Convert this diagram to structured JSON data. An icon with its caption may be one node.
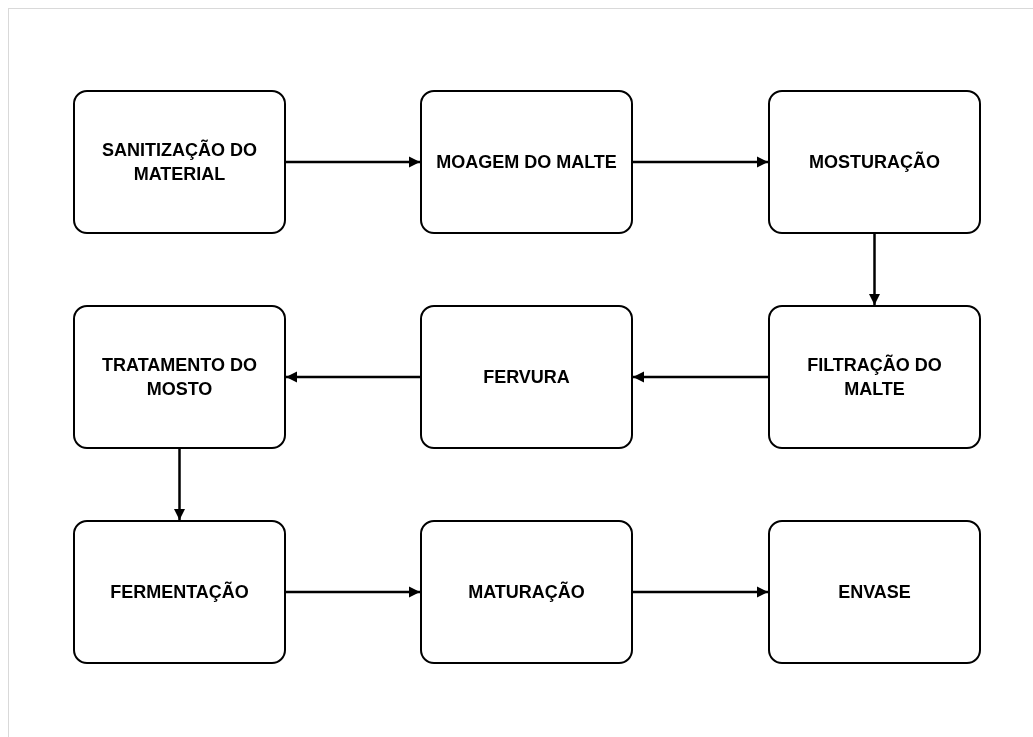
{
  "diagram": {
    "nodes": [
      {
        "text": [
          "SANITIZAÇÃO DO MATERIAL"
        ]
      },
      {
        "text": [
          "MOAGEM DO MALTE"
        ]
      },
      {
        "text": [
          "MOSTURAÇÃO"
        ]
      },
      {
        "text": [
          "TRATAMENTO DO MOSTO"
        ]
      },
      {
        "text": [
          "FERVURA"
        ]
      },
      {
        "text": [
          "FILTRAÇÃO DO MALTE"
        ]
      },
      {
        "text": [
          "FERMENTAÇÃO"
        ]
      },
      {
        "text": [
          "MATURAÇÃO"
        ]
      },
      {
        "text": [
          "ENVASE"
        ]
      }
    ],
    "edges": [
      {
        "from": 0,
        "to": 1,
        "arrow": "to"
      },
      {
        "from": 1,
        "to": 2,
        "arrow": "to"
      },
      {
        "from": 2,
        "to": 5,
        "arrow": "to"
      },
      {
        "from": 5,
        "to": 4,
        "arrow": "to"
      },
      {
        "from": 4,
        "to": 3,
        "arrow": "to"
      },
      {
        "from": 3,
        "to": 6,
        "arrow": "to"
      },
      {
        "from": 6,
        "to": 7,
        "arrow": "to"
      },
      {
        "from": 7,
        "to": 8,
        "arrow": "to"
      }
    ]
  }
}
